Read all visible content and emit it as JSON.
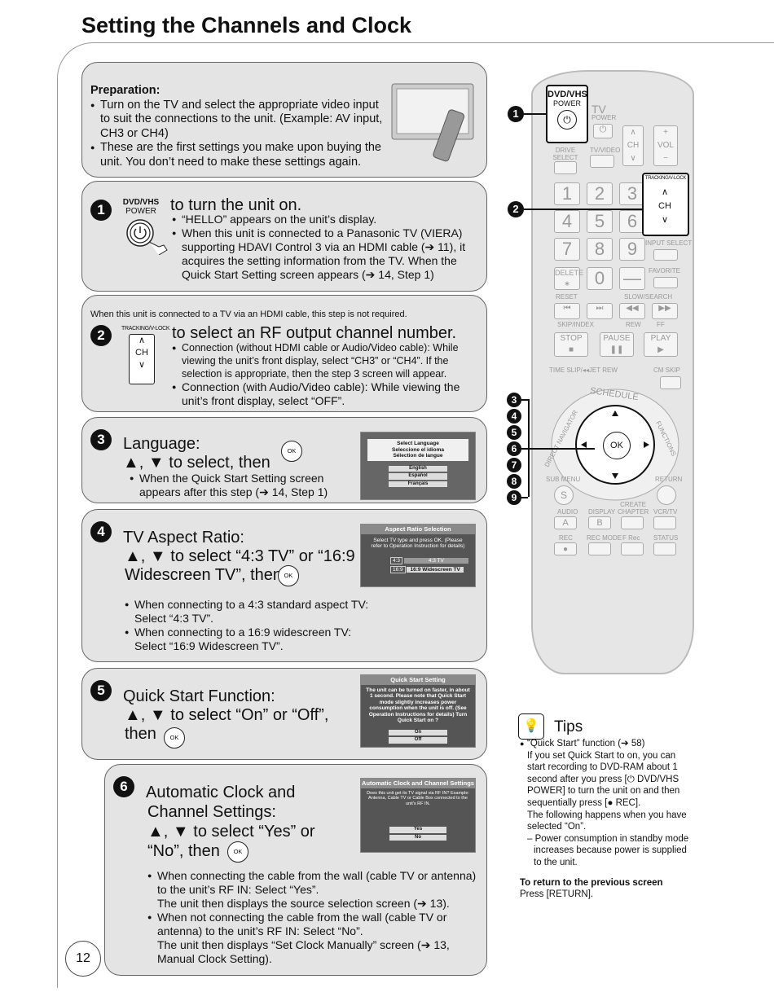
{
  "page": {
    "title": "Setting the Channels and Clock",
    "page_number": "12"
  },
  "prep": {
    "heading": "Preparation:",
    "b1": "Turn on the TV and select the appropriate video input to suit the connections to the unit. (Example: AV input, CH3 or CH4)",
    "b2": "These are the first settings you make upon buying the unit. You don’t need to make these settings again."
  },
  "step1": {
    "num": "1",
    "btn_top": "DVD/VHS",
    "btn_bottom": "POWER",
    "heading": "to turn the unit on.",
    "b1": "“HELLO” appears on the unit’s display.",
    "b2": "When this unit is connected to a Panasonic TV (VIERA) supporting HDAVI Control 3 via an HDMI cable (➔ 11), it acquires the setting information from the TV. When the Quick Start Setting screen appears (➔ 14, Step 1)"
  },
  "step2": {
    "num": "2",
    "note": "When this unit is connected to a TV via an HDMI cable, this step is not required.",
    "btn_label": "TRACKING/V-LOCK",
    "btn_ch": "CH",
    "heading": "to select an RF output channel number.",
    "b1": "Connection (without HDMI cable or Audio/Video cable): While viewing the unit’s front display, select “CH3” or “CH4”. If the selection is appropriate, then the step 3 screen will appear.",
    "b2": "Connection (with Audio/Video cable): While viewing the unit’s front display, select “OFF”."
  },
  "step3": {
    "num": "3",
    "l1": "Language:",
    "l2": "▲, ▼ to select, then",
    "b1": "When the Quick Start Setting screen appears after this step (➔ 14, Step 1)",
    "screen": {
      "h1": "Select Language",
      "h2": "Seleccione el idioma",
      "h3": "Sélection de langue",
      "opts": [
        "English",
        "Español",
        "Français"
      ]
    }
  },
  "step4": {
    "num": "4",
    "l1": "TV Aspect Ratio:",
    "l2": "▲, ▼ to select “4:3 TV” or “16:9",
    "l3": "Widescreen TV”, then",
    "b1a": "When connecting to a 4:3 standard aspect TV:",
    "b1b": "Select “4:3 TV”.",
    "b2a": "When connecting to a 16:9 widescreen TV:",
    "b2b": "Select “16:9 Widescreen TV”.",
    "screen": {
      "head": "Aspect Ratio Selection",
      "body": "Select TV type and press OK. (Please refer to Operation Instruction for details)",
      "tag1": "4:3",
      "opt1": "4:3 TV",
      "tag2": "16:9",
      "opt2": "16:9 Widescreen TV"
    }
  },
  "step5": {
    "num": "5",
    "l1": "Quick Start Function:",
    "l2": "▲, ▼ to select “On” or “Off”,",
    "l3": "then",
    "screen": {
      "head": "Quick Start Setting",
      "body": "The unit can be turned on faster, in about 1 second. Please note that Quick Start mode slightly increases power consumption when the unit is off. (See Operation Instructions for details) Turn Quick Start on ?",
      "opts": [
        "On",
        "Off"
      ]
    }
  },
  "step6": {
    "num": "6",
    "l1": "Automatic Clock and",
    "l2": "Channel Settings:",
    "l3": "▲, ▼ to select “Yes” or",
    "l4": "“No”, then",
    "b1a": "When connecting the cable from the wall (cable TV or antenna) to the unit’s RF IN: Select “Yes”.",
    "b1b": "The unit then displays the source selection screen (➔ 13).",
    "b2a": "When not connecting the cable from the wall (cable TV or antenna) to the unit’s RF IN: Select “No”.",
    "b2b": "The unit then displays “Set Clock Manually” screen (➔ 13, Manual Clock Setting).",
    "screen": {
      "head": "Automatic Clock and Channel Settings",
      "body": "Does this unit get its TV signal via RF IN? Example: Antenna, Cable TV or Cable Box connected to the unit's RF IN.",
      "opts": [
        "Yes",
        "No"
      ]
    }
  },
  "ok_label": "OK",
  "tips": {
    "title": "Tips",
    "p1": "“Quick Start” function (➔ 58)",
    "p2": "If you set Quick Start to on, you can start recording to DVD-RAM about 1 second after you press [⏻ DVD/VHS POWER] to turn the unit on and then sequentially press [● REC].",
    "p3": "The following happens when you have selected “On”.",
    "p4": "– Power consumption in standby mode increases because power is supplied to the unit.",
    "ret_head": "To return to the previous screen",
    "ret_body": "Press [RETURN]."
  },
  "remote": {
    "dvdvhs": "DVD/VHS",
    "power": "POWER",
    "tv": "TV",
    "tv_power": "POWER",
    "drive_select": "DRIVE SELECT",
    "tvvideo": "TV/VIDEO",
    "ch": "CH",
    "vol": "VOL",
    "tracking": "TRACKING/V-LOCK",
    "tracking_ch": "CH",
    "digits": [
      "1",
      "2",
      "3",
      "4",
      "5",
      "6",
      "7",
      "8",
      "9",
      "0"
    ],
    "input_select": "INPUT SELECT",
    "delete": "DELETE",
    "favorite": "FAVORITE",
    "reset": "RESET",
    "slow_search": "SLOW/SEARCH",
    "skip_index": "SKIP/INDEX",
    "rew": "REW",
    "ff": "FF",
    "stop": "STOP",
    "pause": "PAUSE",
    "play": "PLAY",
    "time_slip": "TIME SLIP/◂◂JET REW",
    "cm_skip": "CM SKIP",
    "schedule": "SCHEDULE",
    "direct_navigator": "DIRECT NAVIGATOR",
    "functions": "FUNCTIONS",
    "ok": "OK",
    "sub_menu": "SUB MENU",
    "return": "RETURN",
    "s": "S",
    "audio": "AUDIO",
    "a": "A",
    "display": "DISPLAY",
    "b": "B",
    "create_chapter": "CREATE CHAPTER",
    "vcrtv": "VCR/TV",
    "rec": "REC",
    "rec_mode": "REC MODE",
    "frec": "F Rec",
    "status": "STATUS",
    "callouts": [
      "1",
      "2",
      "3",
      "4",
      "5",
      "6",
      "7",
      "8",
      "9"
    ]
  }
}
